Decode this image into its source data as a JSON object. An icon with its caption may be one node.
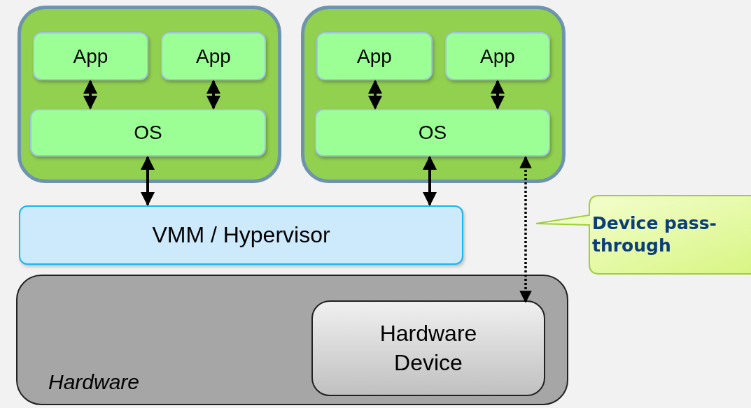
{
  "diagram": {
    "nodes": [
      {
        "text": [],
        "shape": "box"
      },
      {
        "text": [
          "App"
        ],
        "in": 0
      },
      {
        "text": [
          "App"
        ],
        "in": 0
      },
      {
        "text": [
          "OS"
        ],
        "in": 0
      },
      {
        "text": [],
        "shape": "box"
      },
      {
        "text": [
          "App"
        ],
        "in": 4
      },
      {
        "text": [
          "App"
        ],
        "in": 4
      },
      {
        "text": [
          "OS"
        ],
        "in": 4
      },
      {
        "text": [
          "VMM / Hypervisor"
        ]
      },
      {
        "text": [
          "Hardware"
        ]
      },
      {
        "text": [
          "Hardware Device"
        ],
        "in": 9
      },
      {
        "text": [
          "Device pass-through"
        ]
      }
    ],
    "edges": [
      {
        "from": 1,
        "to": 3,
        "arrow": "both"
      },
      {
        "from": 2,
        "to": 3,
        "arrow": "both"
      },
      {
        "from": 5,
        "to": 7,
        "arrow": "both"
      },
      {
        "from": 6,
        "to": 7,
        "arrow": "both"
      },
      {
        "from": 3,
        "to": 8,
        "arrow": "both"
      },
      {
        "from": 7,
        "to": 8,
        "arrow": "both"
      },
      {
        "from": 7,
        "to": 10,
        "arrow": "both",
        "style": "dashed"
      }
    ]
  }
}
